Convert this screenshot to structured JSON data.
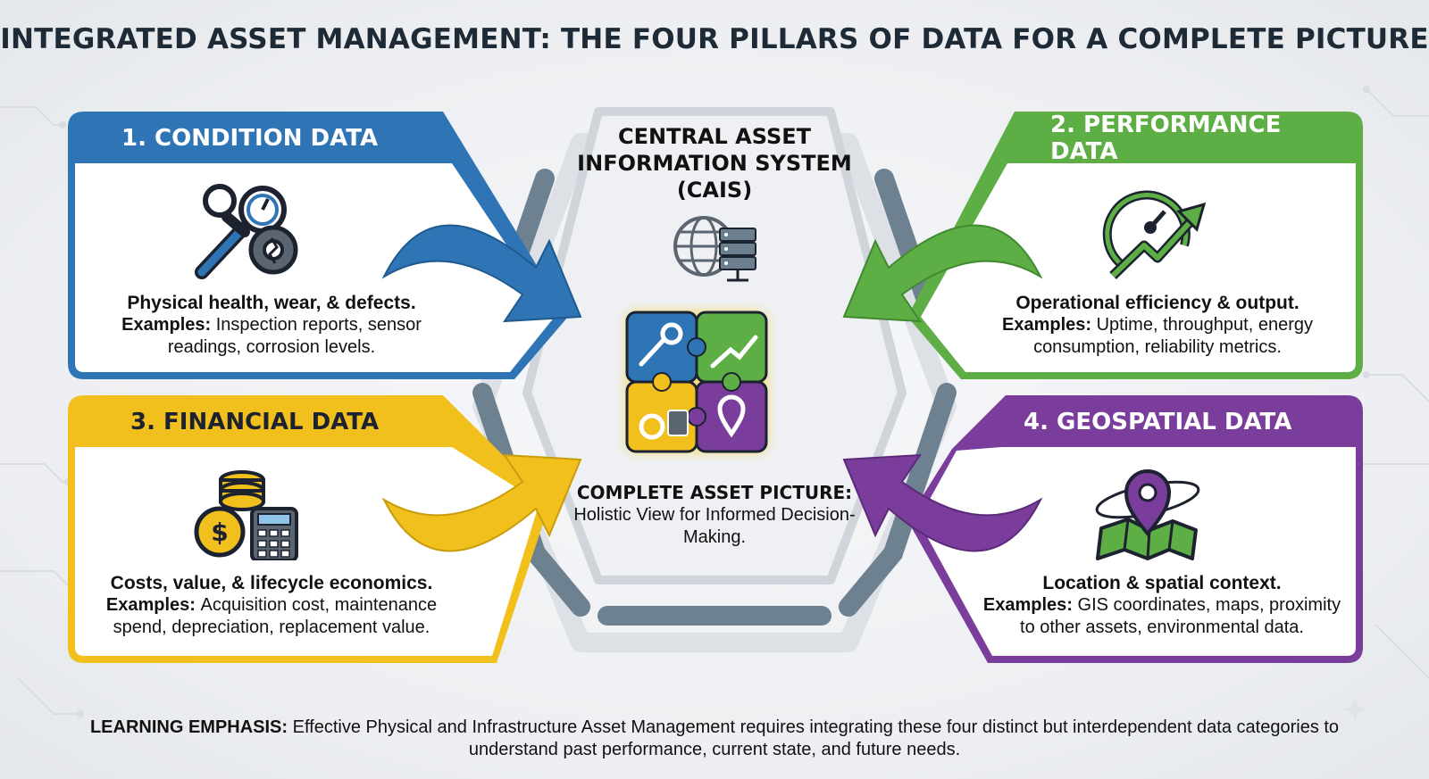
{
  "title": "INTEGRATED ASSET MANAGEMENT: THE FOUR PILLARS OF DATA FOR A COMPLETE PICTURE",
  "colors": {
    "condition": "#2f74b5",
    "performance": "#5cae45",
    "financial": "#f2c01c",
    "geospatial": "#7a3d9c",
    "hex_frame": "#d6dbe1",
    "hex_dark": "#6b7f8e"
  },
  "central": {
    "title": "CENTRAL ASSET INFORMATION SYSTEM (CAIS)",
    "icon": "globe-server-icon",
    "picture_label": "COMPLETE ASSET PICTURE:",
    "picture_text": "Holistic View for Informed Decision-Making."
  },
  "pillars": [
    {
      "heading": "1. CONDITION DATA",
      "icon": "wrench-gauge-gear-icon",
      "lead": "Physical health, wear, & defects.",
      "examples_label": "Examples:",
      "examples": "Inspection reports, sensor readings, corrosion levels."
    },
    {
      "heading": "2. PERFORMANCE DATA",
      "icon": "gauge-trend-arrow-icon",
      "lead": "Operational efficiency & output.",
      "examples_label": "Examples:",
      "examples": "Uptime, throughput, energy consumption, reliability metrics."
    },
    {
      "heading": "3. FINANCIAL DATA",
      "icon": "coins-calculator-icon",
      "lead": "Costs, value, & lifecycle economics.",
      "examples_label": "Examples:",
      "examples": "Acquisition cost, maintenance spend, depreciation, replacement value."
    },
    {
      "heading": "4. GEOSPATIAL DATA",
      "icon": "map-pin-icon",
      "lead": "Location & spatial context.",
      "examples_label": "Examples:",
      "examples": "GIS coordinates, maps, proximity to other assets, environmental data."
    }
  ],
  "footer": {
    "label": "LEARNING EMPHASIS:",
    "text": "Effective Physical and Infrastructure Asset Management requires integrating these four distinct but interdependent data categories to understand past performance, current state, and future needs."
  }
}
